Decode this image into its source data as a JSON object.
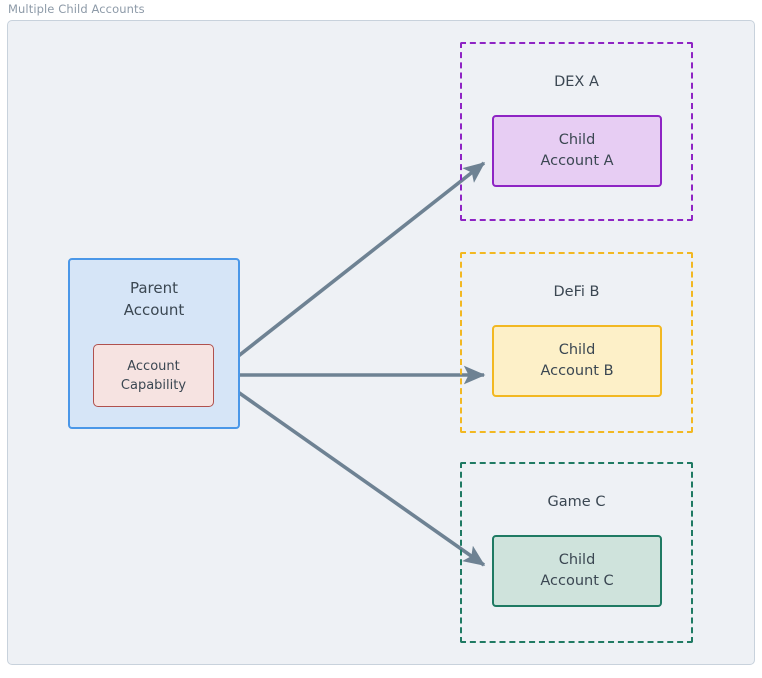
{
  "diagram": {
    "title": "Multiple Child Accounts",
    "background_color": "#eef1f5",
    "frame_border_color": "#c8d2dc",
    "title_color": "#8d9aa8",
    "text_color": "#3b4752",
    "arrow_color": "#6e8293"
  },
  "parent": {
    "name": "Parent Account",
    "line1": "Parent",
    "line2": "Account",
    "fill": "#d6e5f7",
    "stroke": "#4a97e8",
    "capability": {
      "name": "Account Capability",
      "line1": "Account",
      "line2": "Capability",
      "fill": "#f6e3e1",
      "stroke": "#b0514e"
    }
  },
  "groups": [
    {
      "id": "dex-a",
      "title": "DEX A",
      "accent": "#8e24c4",
      "child": {
        "line1": "Child",
        "line2": "Account A",
        "fill": "#e7cdf3",
        "stroke": "#8e24c4"
      }
    },
    {
      "id": "defi-b",
      "title": "DeFi B",
      "accent": "#f2b822",
      "child": {
        "line1": "Child",
        "line2": "Account B",
        "fill": "#fdf0c8",
        "stroke": "#f2b822"
      }
    },
    {
      "id": "game-c",
      "title": "Game C",
      "accent": "#1f7a63",
      "child": {
        "line1": "Child",
        "line2": "Account C",
        "fill": "#cfe3dc",
        "stroke": "#1f7a63"
      }
    }
  ],
  "connections": [
    {
      "from": "Account Capability",
      "to": "Child Account A",
      "style": "solid-arrow"
    },
    {
      "from": "Account Capability",
      "to": "Child Account B",
      "style": "solid-arrow"
    },
    {
      "from": "Account Capability",
      "to": "Child Account C",
      "style": "solid-arrow"
    }
  ]
}
